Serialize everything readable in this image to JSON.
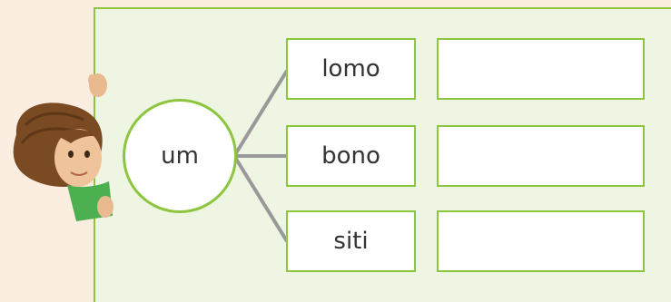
{
  "root": {
    "label": "um"
  },
  "words": [
    {
      "label": "lomo"
    },
    {
      "label": "bono"
    },
    {
      "label": "siti"
    }
  ],
  "answers": [
    "",
    "",
    ""
  ],
  "colors": {
    "background": "#fbeee0",
    "panel": "#eef5e3",
    "accent": "#8cc63f",
    "connector": "#999999"
  },
  "illustration": {
    "icon": "peeking-child-illustration"
  }
}
